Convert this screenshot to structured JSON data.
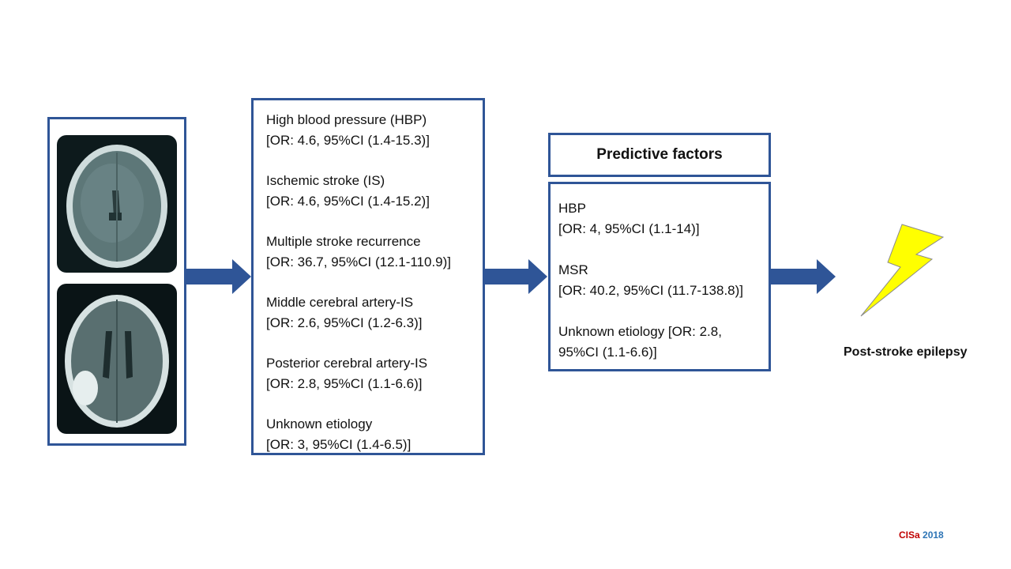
{
  "risk_factors": [
    {
      "name": "High blood pressure (HBP)",
      "stat": "[OR: 4.6, 95%CI (1.4-15.3)]"
    },
    {
      "name": "Ischemic stroke (IS)",
      "stat": "[OR: 4.6, 95%CI (1.4-15.2)]"
    },
    {
      "name": "Multiple stroke recurrence",
      "stat": "[OR: 36.7, 95%CI (12.1-110.9)]"
    },
    {
      "name": "Middle cerebral artery-IS",
      "stat": "[OR: 2.6, 95%CI (1.2-6.3)]"
    },
    {
      "name": "Posterior cerebral artery-IS",
      "stat": "[OR: 2.8, 95%CI (1.1-6.6)]"
    },
    {
      "name": "Unknown etiology",
      "stat": "[OR: 3, 95%CI (1.4-6.5)]"
    }
  ],
  "predictive": {
    "title": "Predictive factors",
    "items": [
      {
        "line1": "HBP",
        "line2": "[OR: 4, 95%CI (1.1-14)]"
      },
      {
        "line1": "MSR",
        "line2": "[OR: 40.2, 95%CI (11.7-138.8)]"
      },
      {
        "line1": "Unknown etiology [OR: 2.8,",
        "line2": "95%CI (1.1-6.6)]"
      }
    ]
  },
  "outcome": "Post-stroke epilepsy",
  "footer": {
    "part1": "CISa",
    "part2": "2018"
  },
  "colors": {
    "border": "#2f5597",
    "arrow": "#2f5597",
    "lightning": "#ffff00"
  }
}
